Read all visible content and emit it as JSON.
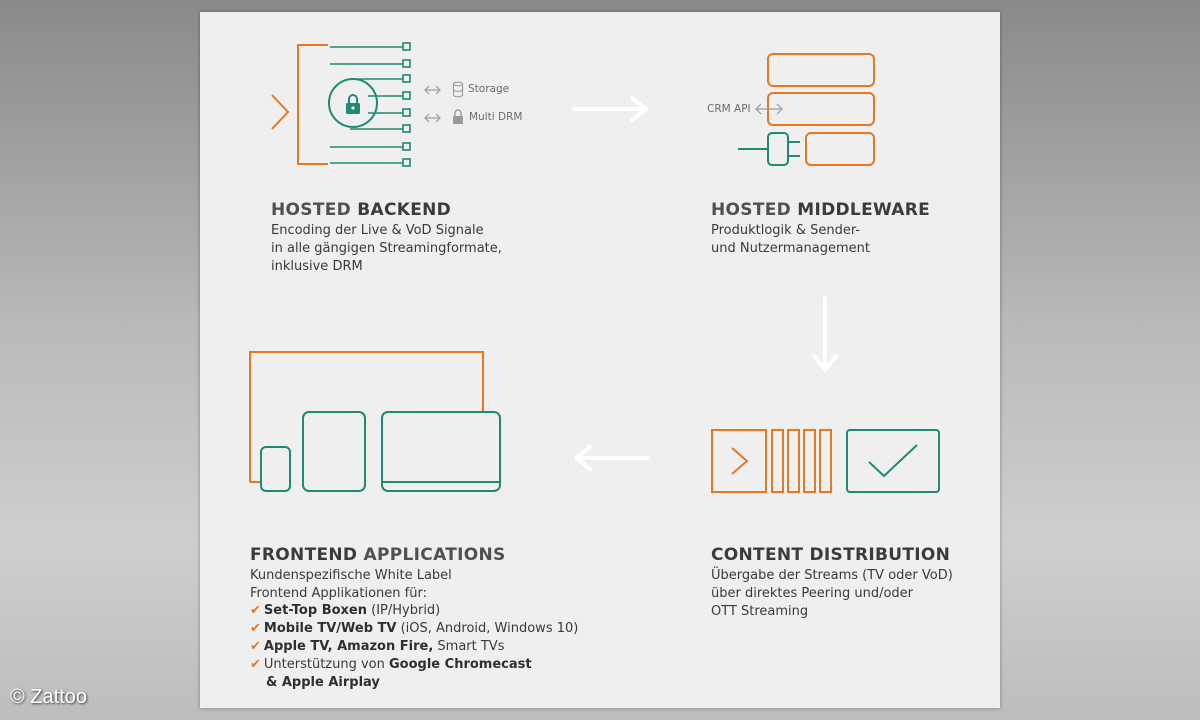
{
  "colors": {
    "orange": "#e87722",
    "teal": "#1f8a74",
    "gray": "#9a9a9a",
    "arrow": "#ffffff"
  },
  "backend": {
    "title_a": "HOSTED ",
    "title_b": "BACKEND",
    "lines": [
      "Encoding der Live & VoD Signale",
      "in alle gängigen Streamingformate,",
      "inklusive DRM"
    ],
    "storage_label": "Storage",
    "drm_label": "Multi DRM",
    "icons": [
      "lock-icon",
      "database-icon",
      "padlock-icon",
      "bidirectional-arrow-icon"
    ]
  },
  "middleware": {
    "title_a": "HOSTED ",
    "title_b": "MIDDLEWARE",
    "lines": [
      "Produktlogik & Sender-",
      "und Nutzermanagement"
    ],
    "api_label": "CRM API"
  },
  "distribution": {
    "title": "CONTENT DISTRIBUTION",
    "lines": [
      "Übergabe der Streams (TV oder VoD)",
      "über direktes Peering und/oder",
      "OTT Streaming"
    ]
  },
  "frontend": {
    "title_a": "FRONTEND",
    "title_b": " APPLICATIONS",
    "lines": [
      "Kundenspezifische White Label",
      "Frontend Applikationen für:"
    ],
    "features": [
      {
        "bold": "Set-Top Boxen",
        "rest": " (IP/Hybrid)"
      },
      {
        "bold": "Mobile TV/Web TV",
        "rest": " (iOS, Android, Windows 10)"
      },
      {
        "bold": "Apple TV, Amazon Fire,",
        "rest": " Smart TVs"
      },
      {
        "pre": "Unterstützung von ",
        "bold": "Google Chromecast",
        "rest": ""
      }
    ],
    "feature_last": "& Apple Airplay"
  },
  "copyright": "© Zattoo"
}
